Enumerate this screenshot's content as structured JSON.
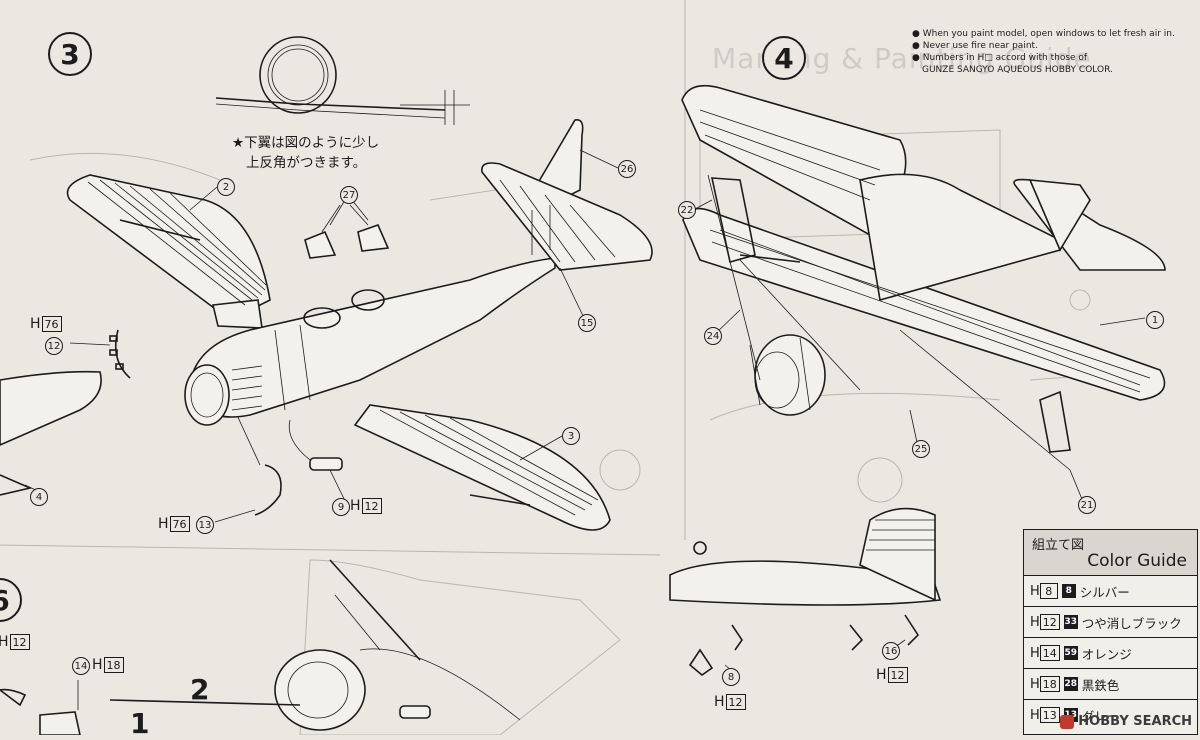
{
  "steps": {
    "step3": "3",
    "step4": "4",
    "step6": "6",
    "step1": "1",
    "step2": "2"
  },
  "notes": {
    "dihedral_line1": "★下翼は図のように少し",
    "dihedral_line2": "上反角がつきます。"
  },
  "warnings": [
    "● When you paint model, open windows to let fresh air in.",
    "● Never use fire near paint.",
    "● Numbers in H□ accord with those of",
    "GUNZE SANGYO AQUEOUS HOBBY COLOR."
  ],
  "background_text": {
    "guide_heading": "Marking & Painting Guide"
  },
  "part_labels": {
    "p2": "2",
    "p27": "27",
    "p26": "26",
    "p15": "15",
    "p12": "12",
    "p3": "3",
    "p9": "9",
    "p13": "13",
    "p4": "4",
    "p14": "14",
    "p22": "22",
    "p24": "24",
    "p1": "1",
    "p25": "25",
    "p21": "21",
    "p8": "8",
    "p16": "16"
  },
  "color_codes": {
    "h76_a": {
      "prefix": "H",
      "num": "76"
    },
    "h12_a": {
      "prefix": "H",
      "num": "12"
    },
    "h76_b": {
      "prefix": "H",
      "num": "76"
    },
    "h12_b": {
      "prefix": "H",
      "num": "12"
    },
    "h18_a": {
      "prefix": "H",
      "num": "18"
    },
    "h12_c": {
      "prefix": "H",
      "num": "12"
    },
    "h12_d": {
      "prefix": "H",
      "num": "12"
    }
  },
  "color_guide": {
    "title_jp": "組立て図",
    "title_en": "Color Guide",
    "rows": [
      {
        "h": "8",
        "num": "8",
        "name": "シルバー"
      },
      {
        "h": "12",
        "num": "33",
        "name": "つや消しブラック"
      },
      {
        "h": "14",
        "num": "59",
        "name": "オレンジ"
      },
      {
        "h": "18",
        "num": "28",
        "name": "黒鉄色"
      },
      {
        "h": "13",
        "num": "13",
        "name": "グレー"
      }
    ]
  },
  "watermark": "HOBBY SEARCH"
}
